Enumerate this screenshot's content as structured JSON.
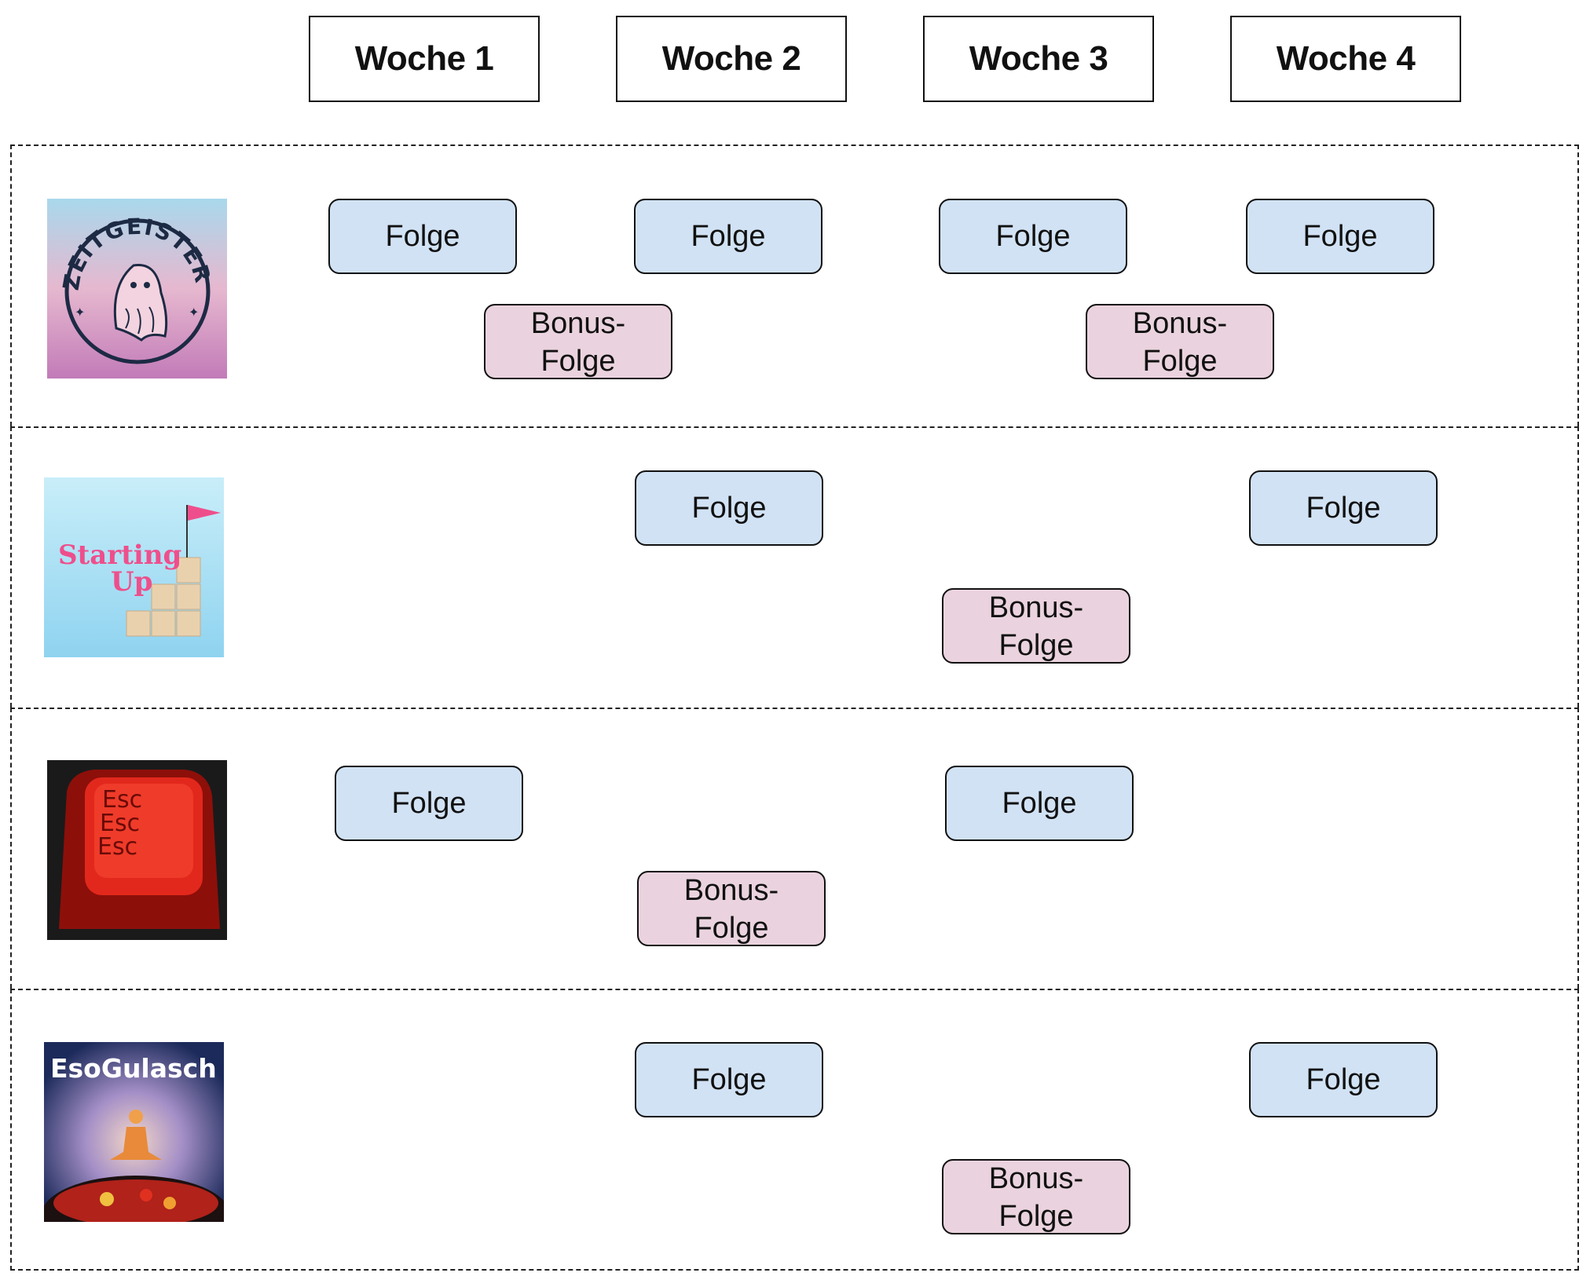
{
  "weeks": [
    "Woche 1",
    "Woche 2",
    "Woche 3",
    "Woche 4"
  ],
  "labels": {
    "folge": "Folge",
    "bonus_line1": "Bonus-",
    "bonus_line2": "Folge"
  },
  "colors": {
    "folge": "#d1e2f4",
    "bonus": "#ead3de",
    "border": "#111111"
  },
  "podcasts": [
    {
      "name": "zeitgeister",
      "cover_text": "ZEITGEISTER",
      "episodes": {
        "folge_weeks": [
          1,
          2,
          3,
          4
        ],
        "bonus_weeks": [
          1.5,
          3.5
        ]
      }
    },
    {
      "name": "starting-up",
      "cover_text": [
        "Starting",
        "Up"
      ],
      "episodes": {
        "folge_weeks": [
          2,
          4
        ],
        "bonus_weeks": [
          3
        ]
      }
    },
    {
      "name": "escape",
      "cover_text": [
        "Esc",
        "Esc",
        "Esc"
      ],
      "episodes": {
        "folge_weeks": [
          1,
          3
        ],
        "bonus_weeks": [
          2
        ]
      }
    },
    {
      "name": "esogulasch",
      "cover_text": "EsoGulasch",
      "episodes": {
        "folge_weeks": [
          2,
          4
        ],
        "bonus_weeks": [
          3
        ]
      }
    }
  ]
}
